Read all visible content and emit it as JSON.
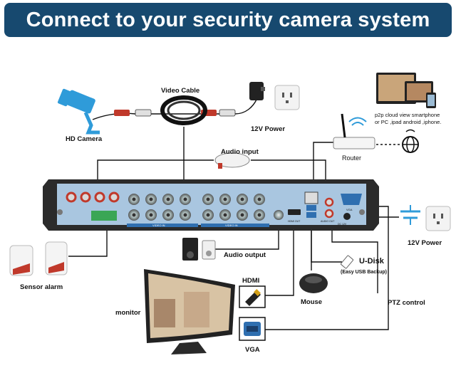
{
  "title": "Connect to your security camera system",
  "labels": {
    "video_cable": "Video Cable",
    "hd_camera": "HD Camera",
    "power_12v_top": "12V Power",
    "audio_input": "Audio input",
    "router": "Router",
    "p2p_line1": "p2p cloud view smartphone",
    "p2p_line2": "or PC ,ipad android ,iphone.",
    "power_12v_right": "12V Power",
    "sensor_alarm": "Sensor alarm",
    "audio_output": "Audio output",
    "udisk": "U-Disk",
    "udisk_sub": "(Easy USB Backup)",
    "hdmi": "HDMI",
    "monitor": "monitor",
    "mouse": "Mouse",
    "vga": "VGA",
    "ptz_control": "PTZ control"
  },
  "panel": {
    "video_in_left": "VIDEO IN",
    "video_in_right": "VIDEO IN",
    "port_hdmi": "HDMI OUT",
    "port_vga": "VGA",
    "port_audio": "AUDIO OUT",
    "port_power": "DC 12V"
  },
  "colors": {
    "banner": "#17496f",
    "dvr_panel": "#a9c6e0",
    "camera": "#2f9bd9",
    "cable": "#111111"
  }
}
